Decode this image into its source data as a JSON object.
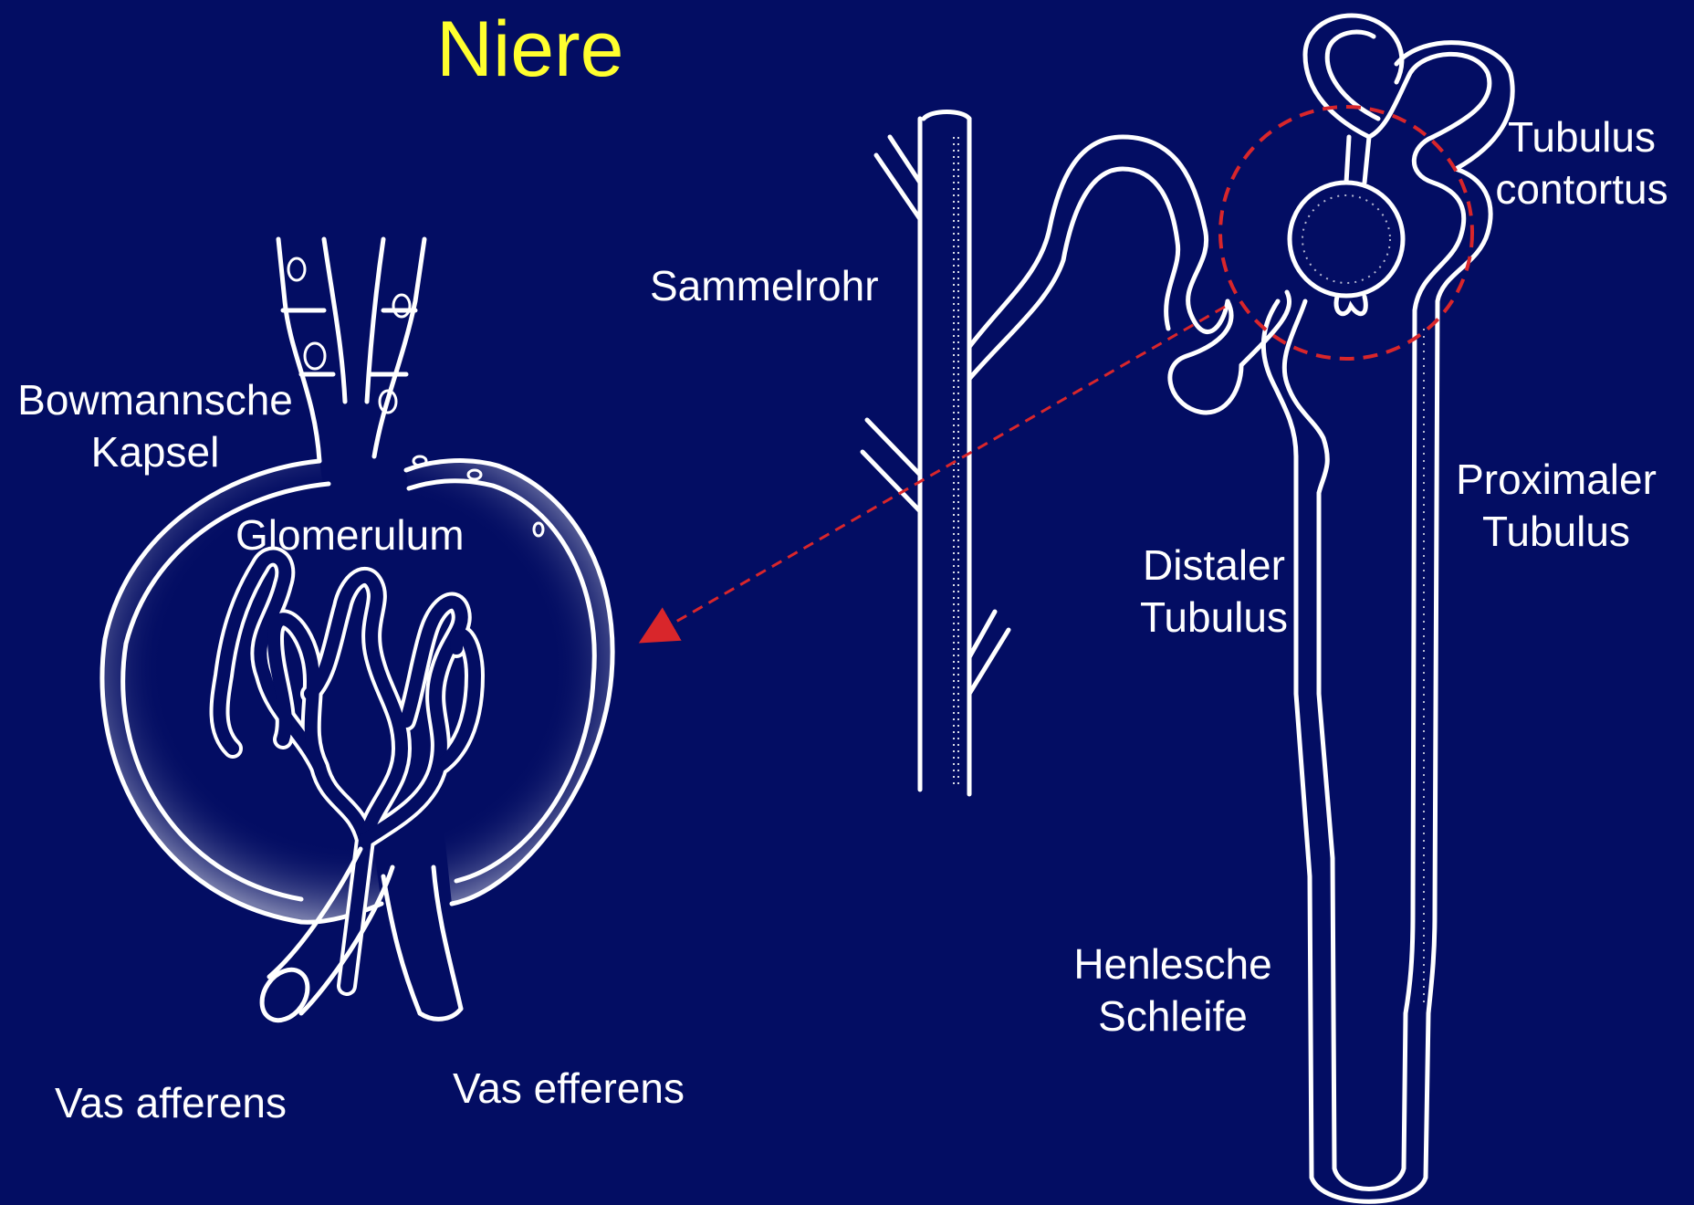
{
  "title": "Niere",
  "colors": {
    "background": "#030d63",
    "title": "#ffff2e",
    "labels": "#ffffff",
    "drawing": "#ffffff",
    "highlight": "#d9262b"
  },
  "labels": {
    "bowman_line1": "Bowmannsche",
    "bowman_line2": "Kapsel",
    "glomerulum": "Glomerulum",
    "vas_afferens": "Vas afferens",
    "vas_efferens": "Vas efferens",
    "sammelrohr": "Sammelrohr",
    "tubulus_contortus_line1": "Tubulus",
    "tubulus_contortus_line2": "contortus",
    "proximaler_line1": "Proximaler",
    "proximaler_line2": "Tubulus",
    "distaler_line1": "Distaler",
    "distaler_line2": "Tubulus",
    "henlesche_line1": "Henlesche",
    "henlesche_line2": "Schleife"
  }
}
